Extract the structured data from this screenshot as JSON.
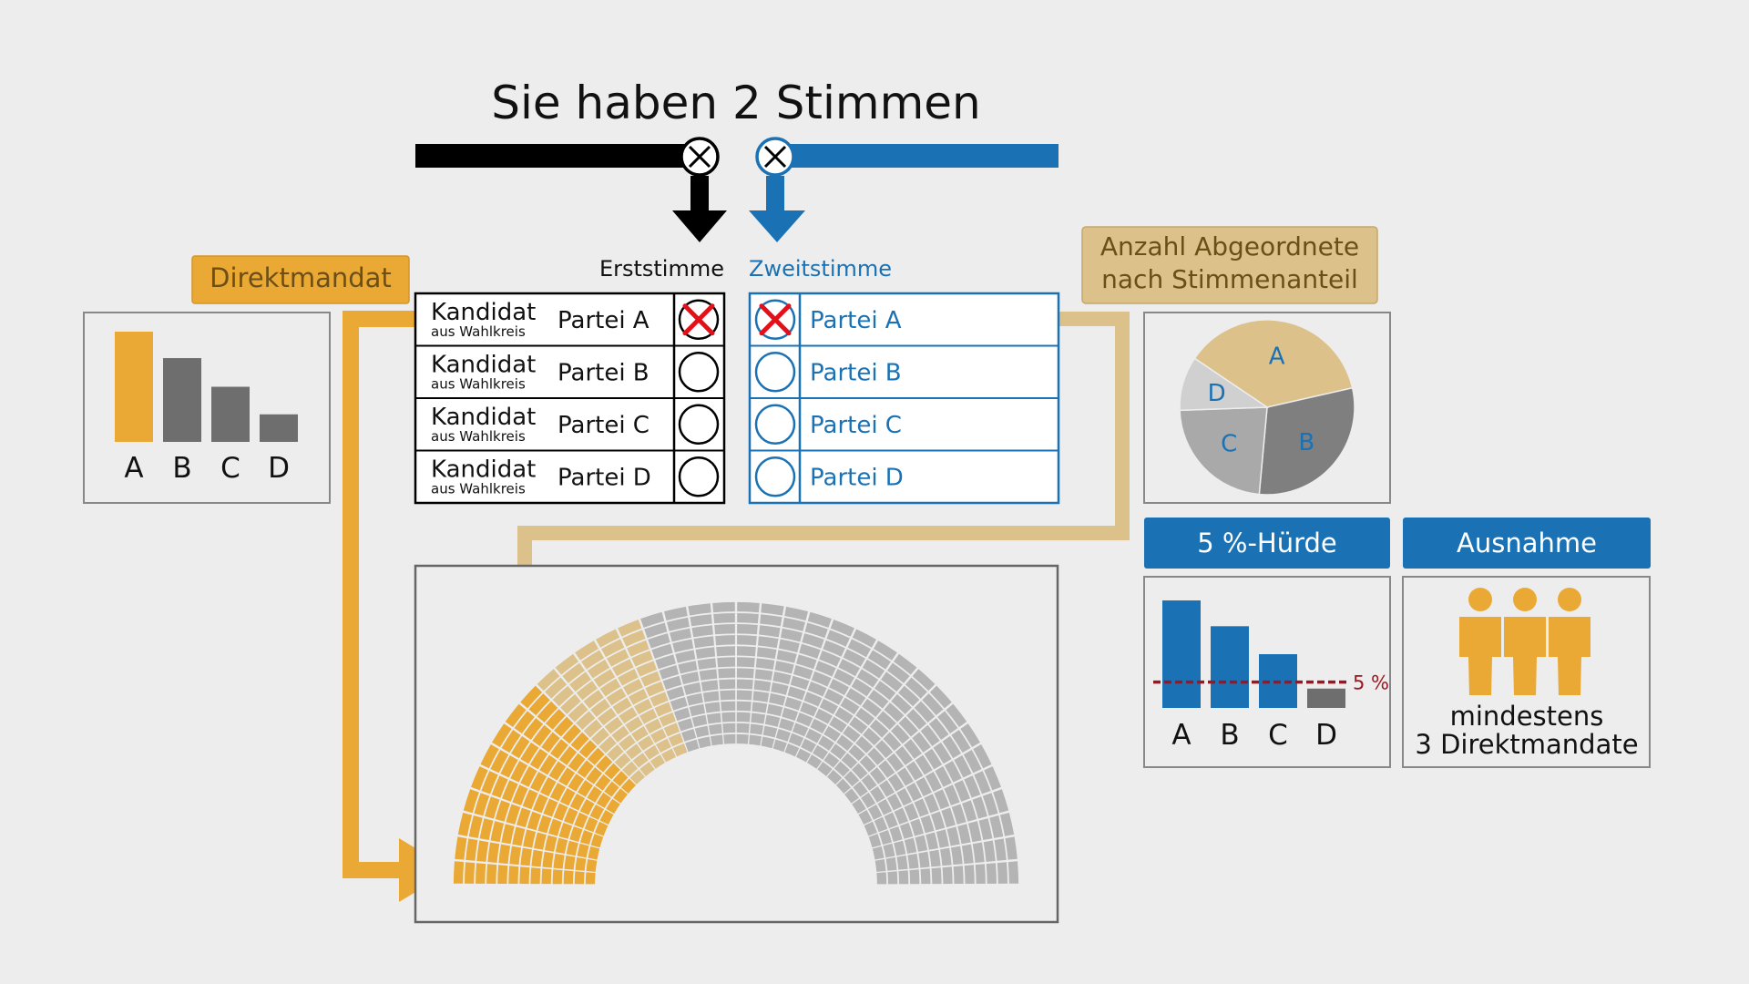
{
  "title": "Sie haben 2 Stimmen",
  "colors": {
    "background": "#ededed",
    "black": "#000000",
    "blue": "#1a72b5",
    "gold": "#eaa935",
    "tan": "#dcc18b",
    "tan_text": "#6b4f17",
    "gray_bar": "#6e6e6e",
    "seat_gray": "#b4b4b4",
    "red_cross": "#e3101a",
    "threshold_red": "#a01620"
  },
  "ballot": {
    "erststimme_label": "Erststimme",
    "zweitstimme_label": "Zweitstimme",
    "rows": [
      {
        "candidate": "Kandidat",
        "sub": "aus Wahlkreis",
        "party": "Partei A",
        "first_marked": true,
        "second_party": "Partei A",
        "second_marked": true
      },
      {
        "candidate": "Kandidat",
        "sub": "aus Wahlkreis",
        "party": "Partei B",
        "first_marked": false,
        "second_party": "Partei B",
        "second_marked": false
      },
      {
        "candidate": "Kandidat",
        "sub": "aus Wahlkreis",
        "party": "Partei C",
        "first_marked": false,
        "second_party": "Partei C",
        "second_marked": false
      },
      {
        "candidate": "Kandidat",
        "sub": "aus Wahlkreis",
        "party": "Partei D",
        "first_marked": false,
        "second_party": "Partei D",
        "second_marked": false
      }
    ]
  },
  "direktmandat": {
    "label": "Direktmandat",
    "categories": [
      "A",
      "B",
      "C",
      "D"
    ],
    "values": [
      100,
      76,
      50,
      25
    ]
  },
  "anzahl": {
    "label_line1": "Anzahl Abgeordnete",
    "label_line2": "nach Stimmenanteil",
    "slices": [
      {
        "label": "A",
        "value": 37
      },
      {
        "label": "B",
        "value": 30
      },
      {
        "label": "C",
        "value": 23
      },
      {
        "label": "D",
        "value": 10
      }
    ]
  },
  "huerde": {
    "label": "5 %-Hürde",
    "threshold_label": "5 %",
    "categories": [
      "A",
      "B",
      "C",
      "D"
    ],
    "values": [
      100,
      76,
      50,
      18
    ],
    "threshold": 24
  },
  "ausnahme": {
    "label": "Ausnahme",
    "line1": "mindestens",
    "line2": "3 Direktmandate"
  },
  "parliament": {
    "rows": 13,
    "cols": 36,
    "gold_cols": 9,
    "tan_cols": 14
  }
}
